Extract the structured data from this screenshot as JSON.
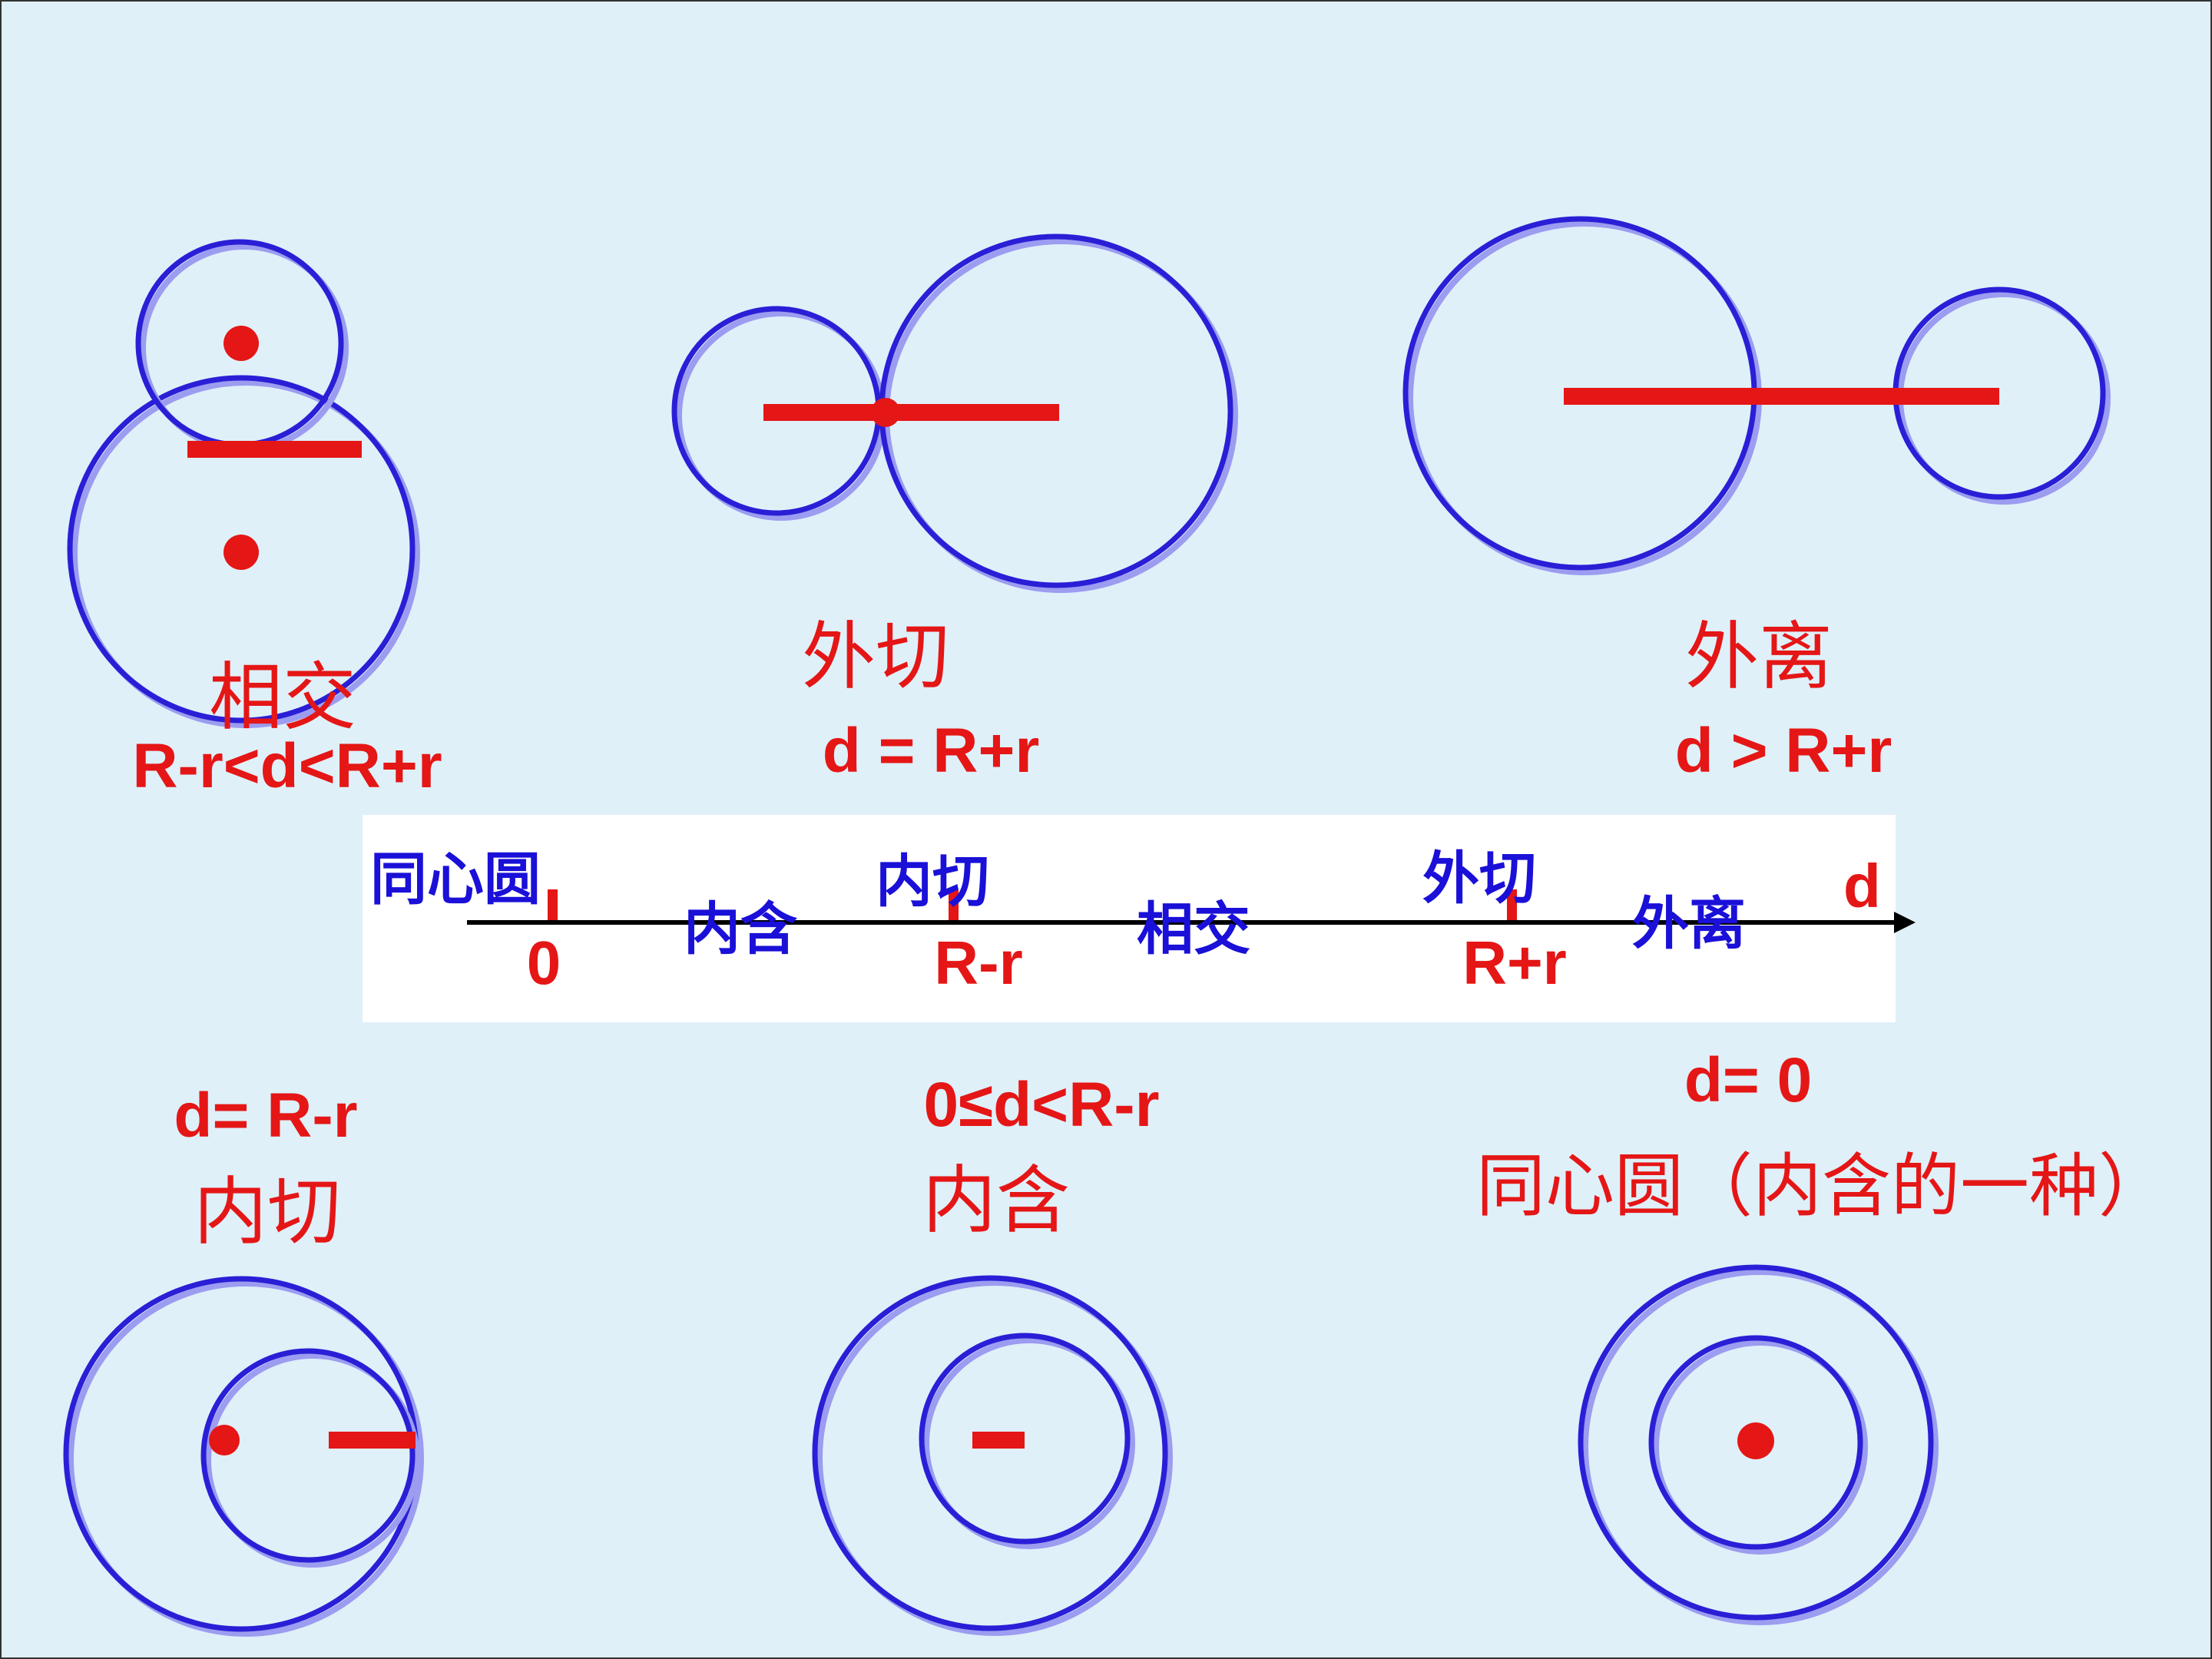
{
  "colors": {
    "background": "#dff0f9",
    "circle": "#2a1fd6",
    "circle_shadow": "#9c9cf0",
    "accent_red": "#e51616",
    "label_blue": "#1a10d8",
    "axis": "#000000",
    "number_line_bg": "#ffffff"
  },
  "panels": {
    "intersect": {
      "name": "相交",
      "formula": "R-r<d<R+r"
    },
    "external_tangent": {
      "name": "外切",
      "formula": "d = R+r"
    },
    "separate": {
      "name": "外离",
      "formula": "d > R+r"
    },
    "internal_tangent": {
      "name": "内切",
      "formula": "d= R-r"
    },
    "contain": {
      "name": "内含",
      "formula": "0≤d<R-r"
    },
    "concentric": {
      "name": "同心圆（内含的一种）",
      "formula": "d= 0"
    }
  },
  "number_line": {
    "axis_label": "d",
    "ticks": [
      "0",
      "R-r",
      "R+r"
    ],
    "region_labels": {
      "concentric": "同心圆",
      "contain": "内含",
      "internal_tangent": "内切",
      "intersect": "相交",
      "external_tangent": "外切",
      "separate": "外离"
    }
  }
}
